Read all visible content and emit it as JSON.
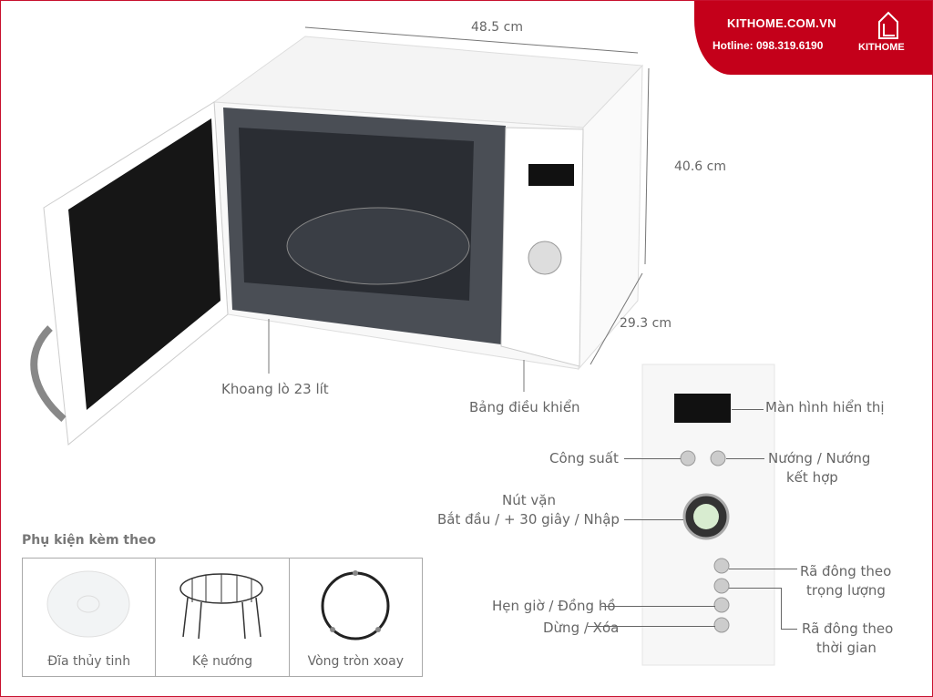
{
  "banner": {
    "site": "KITHOME.COM.VN",
    "hotline": "Hotline: 098.319.6190",
    "brand": "KITHOME",
    "color": "#c4001a"
  },
  "dimensions": {
    "width": "48.5 cm",
    "height": "40.6 cm",
    "depth": "29.3 cm"
  },
  "callouts": {
    "cavity": "Khoang lò 23 lít",
    "control_panel": "Bảng điều khiển"
  },
  "panel_labels": {
    "display": "Màn hình hiển thị",
    "power": "Công suất",
    "grill_1": "Nướng / Nướng",
    "grill_2": "kết hợp",
    "knob_1": "Nút vặn",
    "knob_2": "Bắt đầu / + 30 giây / Nhập",
    "defrost_weight_1": "Rã đông theo",
    "defrost_weight_2": "trọng lượng",
    "timer": "Hẹn giờ / Đồng hồ",
    "stop": "Dừng / Xóa",
    "defrost_time_1": "Rã đông theo",
    "defrost_time_2": "thời gian"
  },
  "accessories": {
    "title": "Phụ kiện kèm theo",
    "items": [
      "Đĩa thủy tinh",
      "Kệ nướng",
      "Vòng tròn xoay"
    ]
  }
}
